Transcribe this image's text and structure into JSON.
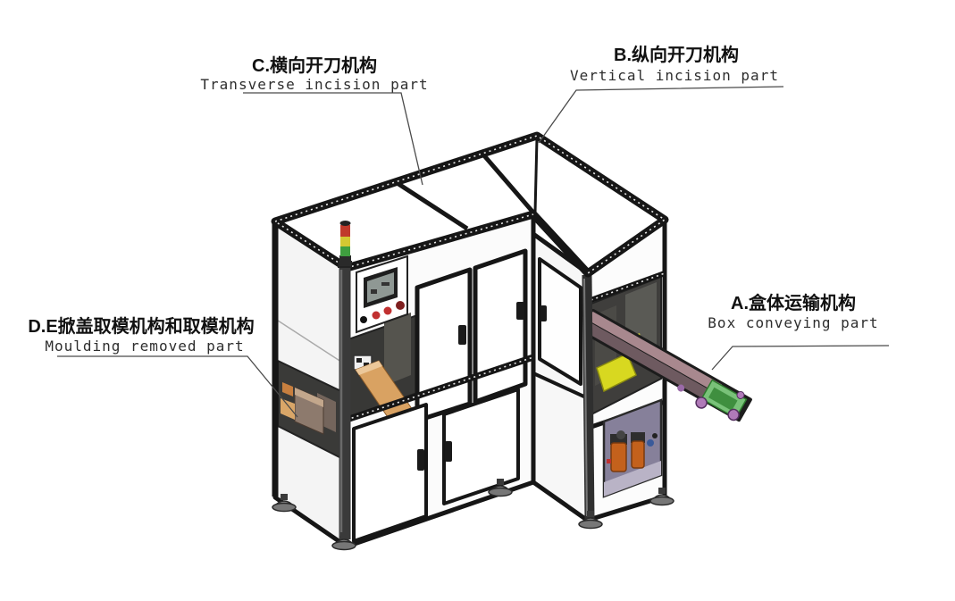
{
  "figure": {
    "background": "#ffffff",
    "annotations": {
      "c": {
        "zh": "C.横向开刀机构",
        "en": "Transverse incision part"
      },
      "b": {
        "zh": "B.纵向开刀机构",
        "en": "Vertical incision part"
      },
      "d": {
        "zh": "D.E掀盖取模机构和取模机构",
        "en": "Moulding removed part"
      },
      "a": {
        "zh": "A.盒体运输机构",
        "en": "Box conveying part"
      }
    },
    "machine": {
      "parts": [
        "box-conveying-part",
        "vertical-incision-part",
        "transverse-incision-part",
        "moulding-removed-part"
      ],
      "colors": {
        "frame": "#161616",
        "panel": "#ffffff",
        "stack_light_red": "#c0392b",
        "stack_light_yellow": "#d4c832",
        "stack_light_green": "#3f9e3f",
        "conveyor_belt": "#a8888e",
        "conveyor_end_green": "#79c279",
        "roller_purple": "#b07ab8",
        "pneumatic_cylinder_orange": "#c4611c",
        "cabinet_interior_purple": "#86809a",
        "chute_tan": "#d9a262",
        "machinery_yellow": "#d8d820"
      }
    }
  }
}
